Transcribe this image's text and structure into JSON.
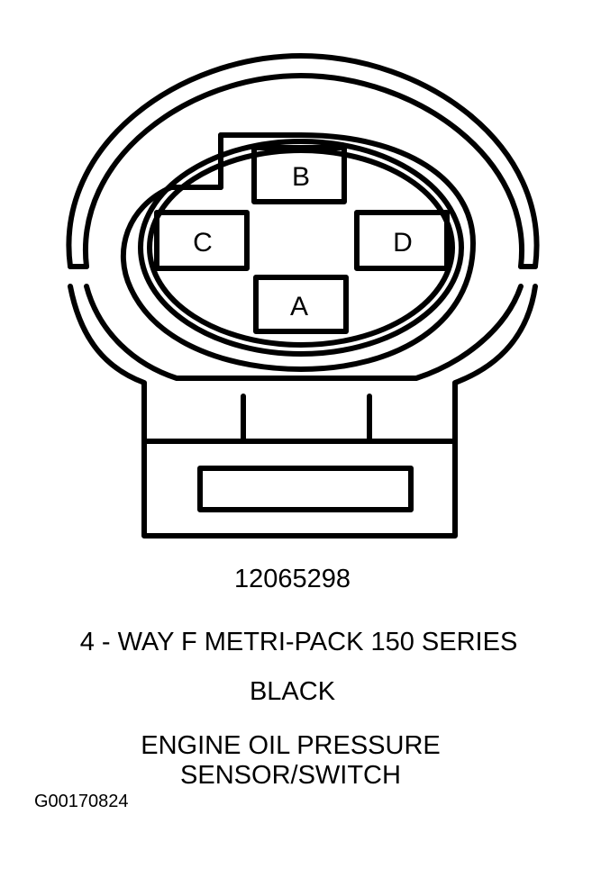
{
  "connector": {
    "pins": [
      {
        "id": "pin-a",
        "label": "A"
      },
      {
        "id": "pin-b",
        "label": "B"
      },
      {
        "id": "pin-c",
        "label": "C"
      },
      {
        "id": "pin-d",
        "label": "D"
      }
    ]
  },
  "captions": {
    "part_number": "12065298",
    "series": "4 - WAY F METRI-PACK 150 SERIES",
    "color": "BLACK",
    "description_line1": "ENGINE OIL PRESSURE",
    "description_line2": "SENSOR/SWITCH"
  },
  "figure_id": "G00170824",
  "colors": {
    "line": "#000000",
    "background": "#ffffff"
  }
}
